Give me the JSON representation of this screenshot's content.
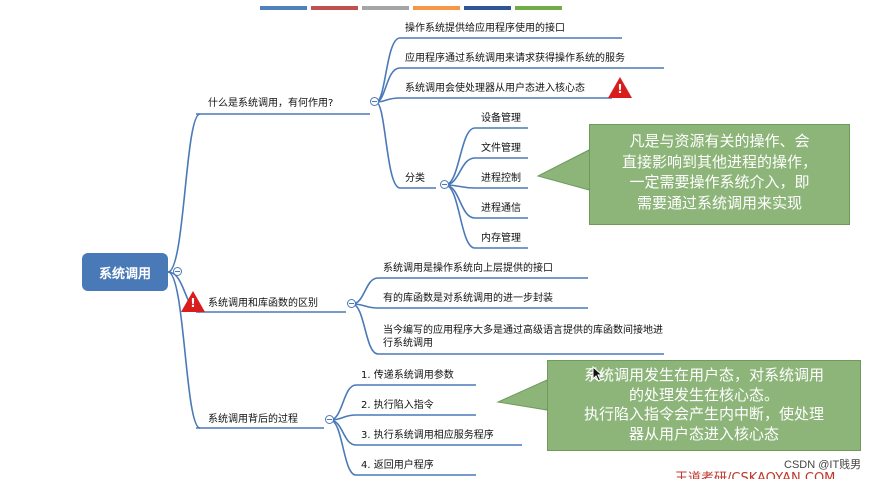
{
  "tabs": [
    {
      "color": "#4f81bd"
    },
    {
      "color": "#c0504d"
    },
    {
      "color": "#a5a5a5"
    },
    {
      "color": "#f79646"
    },
    {
      "color": "#2f5597"
    },
    {
      "color": "#70ad47"
    }
  ],
  "root": {
    "label": "系统调用"
  },
  "branches": {
    "what": {
      "label": "什么是系统调用，有何作用?",
      "items": [
        "操作系统提供给应用程序使用的接口",
        "应用程序通过系统调用来请求获得操作系统的服务",
        "系统调用会使处理器从用户态进入核心态"
      ],
      "category": {
        "label": "分类",
        "items": [
          "设备管理",
          "文件管理",
          "进程控制",
          "进程通信",
          "内存管理"
        ]
      }
    },
    "diff": {
      "label": "系统调用和库函数的区别",
      "items": [
        "系统调用是操作系统向上层提供的接口",
        "有的库函数是对系统调用的进一步封装",
        "当今编写的应用程序大多是通过高级语言提供的库函数间接地进行系统调用"
      ]
    },
    "process": {
      "label": "系统调用背后的过程",
      "items": [
        "1. 传递系统调用参数",
        "2. 执行陷入指令",
        "3. 执行系统调用相应服务程序",
        "4. 返回用户程序"
      ]
    }
  },
  "callouts": {
    "resource": {
      "lines": [
        "凡是与资源有关的操作、会",
        "直接影响到其他进程的操作，",
        "一定需要操作系统介入，即",
        "需要通过系统调用来实现"
      ]
    },
    "trap": {
      "lines": [
        "系统调用发生在用户态，对系统调用",
        "的处理发生在核心态。",
        "执行陷入指令会产生内中断，使处理",
        "器从用户态进入核心态"
      ]
    }
  },
  "watermark": "CSDN @IT贱男",
  "brand": "王道考研/CSKAOYAN.COM",
  "colors": {
    "accent": "#4a79b8",
    "callout": "#8db57a",
    "warning": "#d91c1c"
  }
}
